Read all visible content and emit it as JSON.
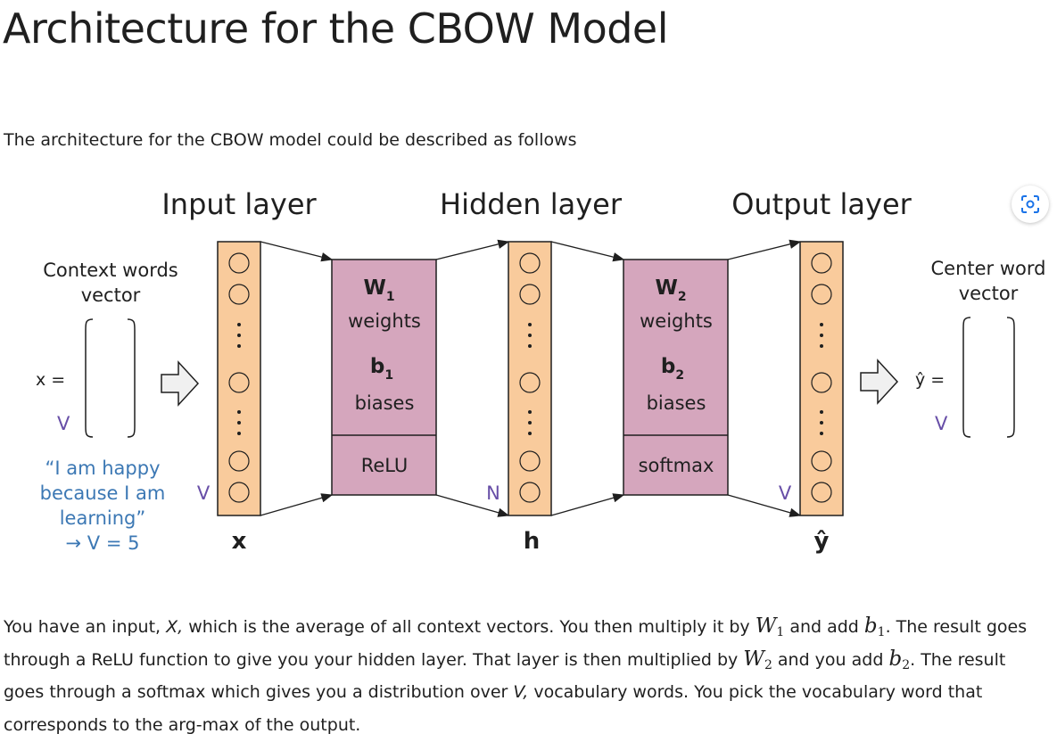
{
  "page": {
    "title": "Architecture for the CBOW Model",
    "intro": "The architecture for the CBOW model could be described as follows"
  },
  "diagram": {
    "layer_titles": {
      "input": "Input layer",
      "hidden": "Hidden layer",
      "output": "Output layer"
    },
    "left": {
      "label_line1": "Context words",
      "label_line2": "vector",
      "x_eq": "x =",
      "v": "V",
      "example_line1": "“I am happy",
      "example_line2": "because I am",
      "example_line3": "learning”",
      "example_line4": "→ V = 5"
    },
    "right": {
      "label_line1": "Center word",
      "label_line2": "vector",
      "y_eq": "ŷ =",
      "v": "V"
    },
    "input_dim": "V",
    "input_var": "x",
    "hidden_dim": "N",
    "hidden_var": "h",
    "output_dim": "V",
    "output_var": "ŷ",
    "block1": {
      "w": "W",
      "w_sub": "1",
      "weights": "weights",
      "b": "b",
      "b_sub": "1",
      "biases": "biases",
      "activation": "ReLU"
    },
    "block2": {
      "w": "W",
      "w_sub": "2",
      "weights": "weights",
      "b": "b",
      "b_sub": "2",
      "biases": "biases",
      "activation": "softmax"
    },
    "colors": {
      "vector_fill": "#f9cb9c",
      "block_fill": "#d5a6bd",
      "outline": "#1f1f1f",
      "example_text": "#3c78b4",
      "dim_label": "#674ea7"
    },
    "focus_icon": "focus-mode-icon"
  },
  "paragraph": {
    "l1_a": "You have an input, ",
    "l1_x": "X,",
    "l1_b": " which is the average of all context vectors. You then multiply it by ",
    "l1_w": "W",
    "l1_w_sub": "1",
    "l1_c": " and add ",
    "l1_bv": "b",
    "l1_b_sub": "1",
    "l1_d": ". The result goes",
    "l2_a": "through a ReLU function to give you your hidden layer. That layer is then multiplied by ",
    "l2_w": "W",
    "l2_w_sub": "2",
    "l2_b": " and you add ",
    "l2_bv": "b",
    "l2_b_sub": "2",
    "l2_c": ". The result",
    "l3_a": "goes through a softmax which gives you a distribution over ",
    "l3_v": "V,",
    "l3_b": " vocabulary words. You pick the vocabulary word that",
    "l4": "corresponds to the arg-max of the output."
  }
}
